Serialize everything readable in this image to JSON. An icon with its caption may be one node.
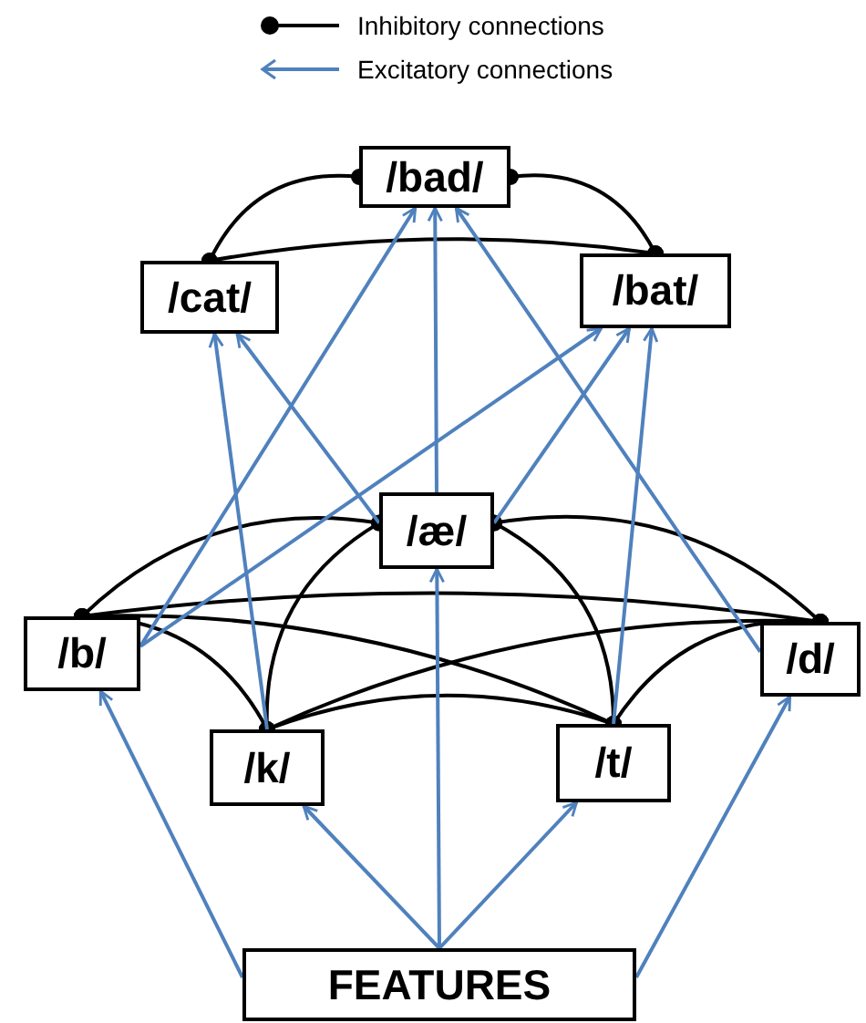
{
  "diagram": {
    "nodes": [
      {
        "text": [
          "/bad/"
        ]
      },
      {
        "text": [
          "/cat/"
        ]
      },
      {
        "text": [
          "/bat/"
        ]
      },
      {
        "text": [
          "/æ/"
        ]
      },
      {
        "text": [
          "/b/"
        ]
      },
      {
        "text": [
          "/d/"
        ]
      },
      {
        "text": [
          "/k/"
        ]
      },
      {
        "text": [
          "/t/"
        ]
      },
      {
        "text": [
          "FEATURES"
        ]
      }
    ],
    "edges": [
      {
        "from": 0,
        "to": 1,
        "arrow": "other",
        "color": "#000000"
      },
      {
        "from": 0,
        "to": 2,
        "arrow": "other",
        "color": "#000000"
      },
      {
        "from": 1,
        "to": 2,
        "arrow": "other",
        "color": "#000000"
      },
      {
        "from": 4,
        "to": 3,
        "arrow": "other",
        "color": "#000000"
      },
      {
        "from": 4,
        "to": 6,
        "arrow": "other",
        "color": "#000000"
      },
      {
        "from": 4,
        "to": 7,
        "arrow": "other",
        "color": "#000000"
      },
      {
        "from": 4,
        "to": 5,
        "arrow": "other",
        "color": "#000000"
      },
      {
        "from": 3,
        "to": 6,
        "arrow": "other",
        "color": "#000000"
      },
      {
        "from": 3,
        "to": 7,
        "arrow": "other",
        "color": "#000000"
      },
      {
        "from": 3,
        "to": 5,
        "arrow": "other",
        "color": "#000000"
      },
      {
        "from": 6,
        "to": 7,
        "arrow": "other",
        "color": "#000000"
      },
      {
        "from": 6,
        "to": 5,
        "arrow": "other",
        "color": "#000000"
      },
      {
        "from": 7,
        "to": 5,
        "arrow": "other",
        "color": "#000000"
      },
      {
        "from": 4,
        "to": 0,
        "arrow": "to",
        "color": "#4f81bd"
      },
      {
        "from": 3,
        "to": 0,
        "arrow": "to",
        "color": "#4f81bd"
      },
      {
        "from": 5,
        "to": 0,
        "arrow": "to",
        "color": "#4f81bd"
      },
      {
        "from": 6,
        "to": 1,
        "arrow": "to",
        "color": "#4f81bd"
      },
      {
        "from": 3,
        "to": 1,
        "arrow": "to",
        "color": "#4f81bd"
      },
      {
        "from": 4,
        "to": 2,
        "arrow": "to",
        "color": "#4f81bd"
      },
      {
        "from": 3,
        "to": 2,
        "arrow": "to",
        "color": "#4f81bd"
      },
      {
        "from": 7,
        "to": 2,
        "arrow": "to",
        "color": "#4f81bd"
      },
      {
        "from": 8,
        "to": 4,
        "arrow": "to",
        "color": "#4f81bd"
      },
      {
        "from": 8,
        "to": 6,
        "arrow": "to",
        "color": "#4f81bd"
      },
      {
        "from": 8,
        "to": 3,
        "arrow": "to",
        "color": "#4f81bd"
      },
      {
        "from": 8,
        "to": 7,
        "arrow": "to",
        "color": "#4f81bd"
      },
      {
        "from": 8,
        "to": 5,
        "arrow": "to",
        "color": "#4f81bd"
      }
    ],
    "legend": [
      {
        "text": "Inhibitory connections"
      },
      {
        "text": "Excitatory connections"
      }
    ]
  }
}
